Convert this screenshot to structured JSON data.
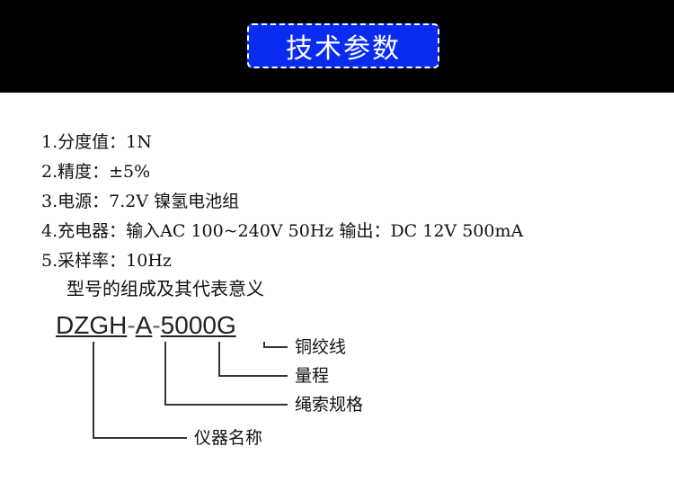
{
  "header": {
    "title": "技术参数"
  },
  "specs": [
    {
      "label": "1.分度值：",
      "value": "1N"
    },
    {
      "label": "2.精度：",
      "value": "±5%"
    },
    {
      "label": "3.电源：",
      "value": "7.2V 镍氢电池组"
    },
    {
      "label": "4.充电器：",
      "value": "输入AC 100~240V 50Hz 输出：DC 12V 500mA"
    },
    {
      "label": "5.采样率：",
      "value": "10Hz"
    }
  ],
  "model_section": {
    "subtitle": "型号的组成及其代表意义",
    "code_parts": [
      "DZGH",
      "-",
      "A",
      "-",
      "5000G"
    ],
    "callouts": [
      "铜绞线",
      "量程",
      "绳索规格",
      "仪器名称"
    ]
  },
  "colors": {
    "header_bg": "#000000",
    "title_bg": "#0a2cf0",
    "title_text": "#ffffff"
  }
}
